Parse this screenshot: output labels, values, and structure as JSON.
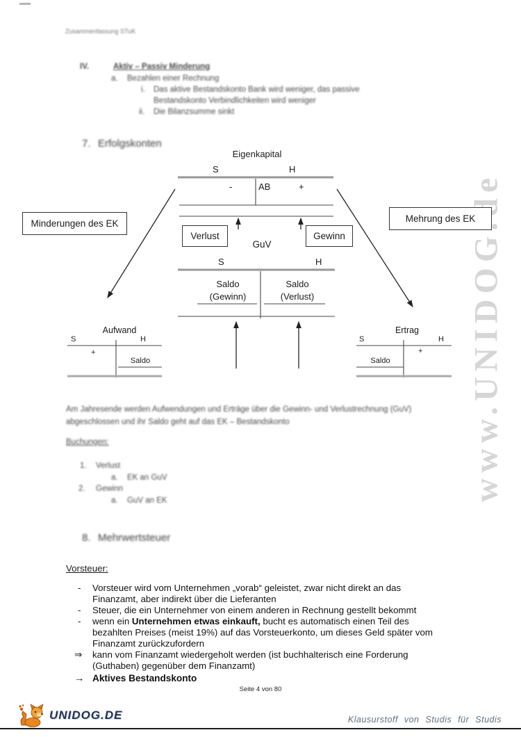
{
  "page": {
    "header_note": "Zusammenfassung STuK",
    "page_number": "Seite 4 von 80",
    "watermark": "www.UNIDOG.de"
  },
  "outline": {
    "numeral": "IV.",
    "heading": "Aktiv – Passiv Minderung",
    "a_marker": "a.",
    "a_text": "Bezahlen einer Rechnung",
    "i_marker": "i.",
    "i_text": "Das aktive Bestandskonto Bank wird weniger, das passive Bestandskonto Verbindlichkeiten wird weniger",
    "ii_marker": "ii.",
    "ii_text": "Die Bilanzsumme sinkt"
  },
  "section7": {
    "num": "7.",
    "title": "Erfolgskonten"
  },
  "diagram": {
    "ek_title": "Eigenkapital",
    "s": "S",
    "h": "H",
    "minus": "-",
    "ab": "AB",
    "plus": "+",
    "minderungen_label": "Minderungen des EK",
    "mehrung_label": "Mehrung des EK",
    "verlust_label": "Verlust",
    "guv_label": "GuV",
    "gewinn_label": "Gewinn",
    "saldo_gewinn_1": "Saldo",
    "saldo_gewinn_2": "(Gewinn)",
    "saldo_verlust_1": "Saldo",
    "saldo_verlust_2": "(Verlust)",
    "aufwand_title": "Aufwand",
    "ertrag_title": "Ertrag",
    "saldo": "Saldo"
  },
  "closing_paragraph": "Am Jahresende werden Aufwendungen und Erträge über die Gewinn- und Verlustrechnung (GuV) abgeschlossen und ihr Saldo geht auf das EK – Bestandskonto",
  "buchungen": {
    "title": "Buchungen:",
    "items": [
      {
        "marker": "1.",
        "text": "Verlust",
        "sub_marker": "a.",
        "sub_text": "EK an GuV"
      },
      {
        "marker": "2.",
        "text": "Gewinn",
        "sub_marker": "a.",
        "sub_text": "GuV an EK"
      }
    ]
  },
  "section8": {
    "num": "8.",
    "title": "Mehrwertsteuer"
  },
  "vorsteuer": {
    "title": "Vorsteuer:",
    "bullets": [
      {
        "marker": "-",
        "text": "Vorsteuer wird vom Unternehmen „vorab“ geleistet, zwar nicht direkt an das Finanzamt, aber indirekt über die Lieferanten"
      },
      {
        "marker": "-",
        "text": "Steuer, die ein Unternehmer von einem anderen in Rechnung gestellt bekommt"
      },
      {
        "marker": "-",
        "pre": "wenn ein ",
        "bold": "Unternehmen etwas einkauft,",
        "post": " bucht es automatisch einen Teil des bezahlten Preises (meist 19%) auf das Vorsteuerkonto, um dieses Geld später vom Finanzamt zurückzufordern"
      },
      {
        "marker": "⇒",
        "text": "kann vom Finanzamt wiedergeholt werden (ist buchhalterisch eine Forderung (Guthaben) gegenüber dem Finanzamt)"
      },
      {
        "marker": "→",
        "text": "Aktives Bestandskonto"
      }
    ]
  },
  "footer": {
    "brand": "UNIDOG.DE",
    "tagline": "Klausurstoff von Studis für Studis"
  },
  "colors": {
    "watermark_gray": "#d2d2d2",
    "mascot_orange": "#e8871f",
    "brand_navy": "#24324e",
    "tagline_gray": "#5f6f7f",
    "thick_rule_gray": "#979797"
  }
}
